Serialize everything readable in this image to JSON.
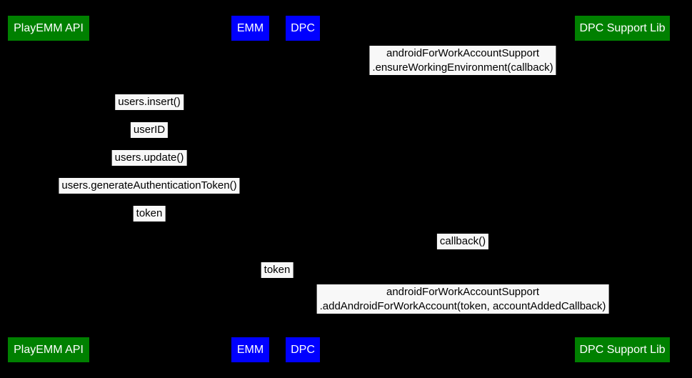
{
  "diagram": {
    "type": "sequence-diagram",
    "colors": {
      "background": "#000000",
      "actor_green": "#008000",
      "actor_blue": "#0000ff",
      "actor_text": "#ffffff",
      "label_bg": "#f8f8f8",
      "label_text": "#000000"
    },
    "actors": [
      {
        "label": "PlayEMM API",
        "color": "#008000"
      },
      {
        "label": "EMM",
        "color": "#0000ff"
      },
      {
        "label": "DPC",
        "color": "#0000ff"
      },
      {
        "label": "DPC Support Lib",
        "color": "#008000"
      }
    ],
    "messages": [
      {
        "lines": [
          "androidForWorkAccountSupport",
          ".ensureWorkingEnvironment(callback)"
        ]
      },
      {
        "lines": [
          "users.insert()"
        ]
      },
      {
        "lines": [
          "userID"
        ]
      },
      {
        "lines": [
          "users.update()"
        ]
      },
      {
        "lines": [
          "users.generateAuthenticationToken()"
        ]
      },
      {
        "lines": [
          "token"
        ]
      },
      {
        "lines": [
          "callback()"
        ]
      },
      {
        "lines": [
          "token"
        ]
      },
      {
        "lines": [
          "androidForWorkAccountSupport",
          ".addAndroidForWorkAccount(token, accountAddedCallback)"
        ]
      }
    ]
  }
}
